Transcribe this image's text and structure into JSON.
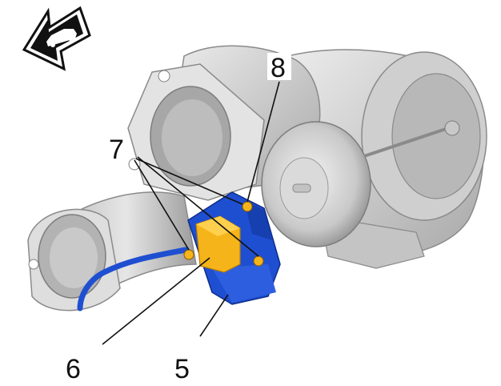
{
  "orientation_icon": {
    "name": "vehicle-front-arrow-icon"
  },
  "callouts": [
    {
      "id": "8",
      "label": "8"
    },
    {
      "id": "7",
      "label": "7"
    },
    {
      "id": "6",
      "label": "6"
    },
    {
      "id": "5",
      "label": "5"
    }
  ],
  "colors": {
    "housing": "#d4d4d4",
    "housing_dark": "#9a9a9a",
    "highlight_blue": "#1f4fd1",
    "highlight_yellow": "#f4b41a",
    "leader": "#111111"
  }
}
